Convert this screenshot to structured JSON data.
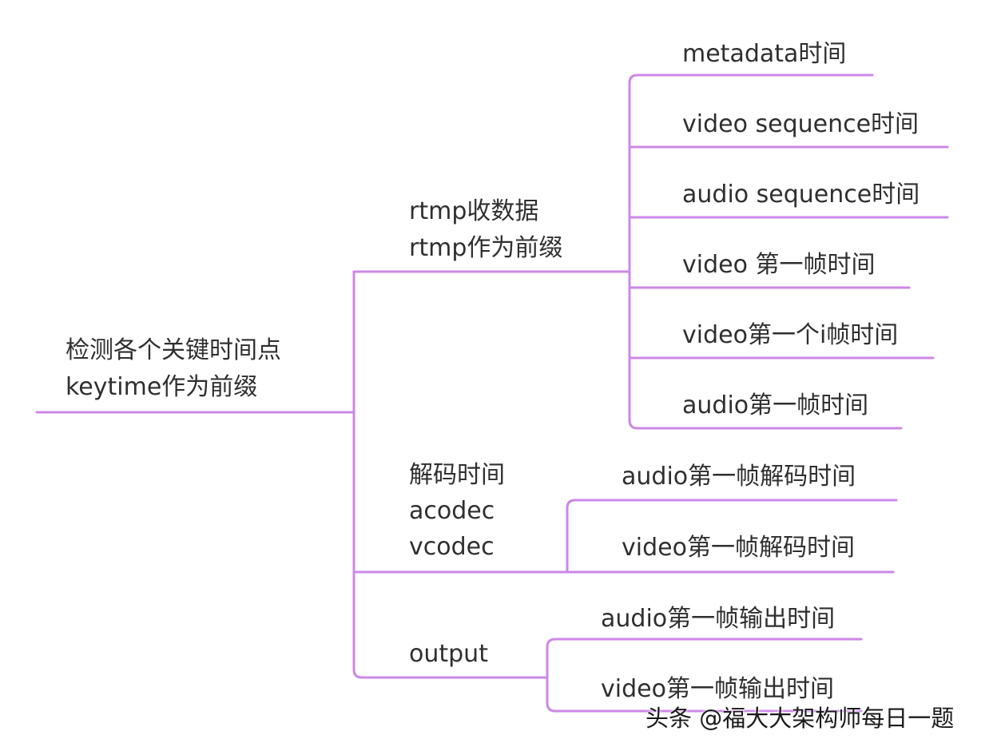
{
  "root": {
    "line1": "检测各个关键时间点",
    "line2": "keytime作为前缀"
  },
  "branches": {
    "rtmp": {
      "line1": "rtmp收数据",
      "line2": "rtmp作为前缀",
      "items": [
        "metadata时间",
        "video sequence时间",
        "audio sequence时间",
        "video 第一帧时间",
        "video第一个i帧时间",
        "audio第一帧时间"
      ]
    },
    "decode": {
      "line1": "解码时间",
      "line2": "acodec",
      "line3": "vcodec",
      "items": [
        "audio第一帧解码时间",
        "video第一帧解码时间"
      ]
    },
    "output": {
      "label": "output",
      "items": [
        "audio第一帧输出时间",
        "video第一帧输出时间"
      ]
    }
  },
  "watermark": "头条 @福大大架构师每日一题",
  "colors": {
    "line": "#cc88e8",
    "text": "#2f2f2f"
  }
}
